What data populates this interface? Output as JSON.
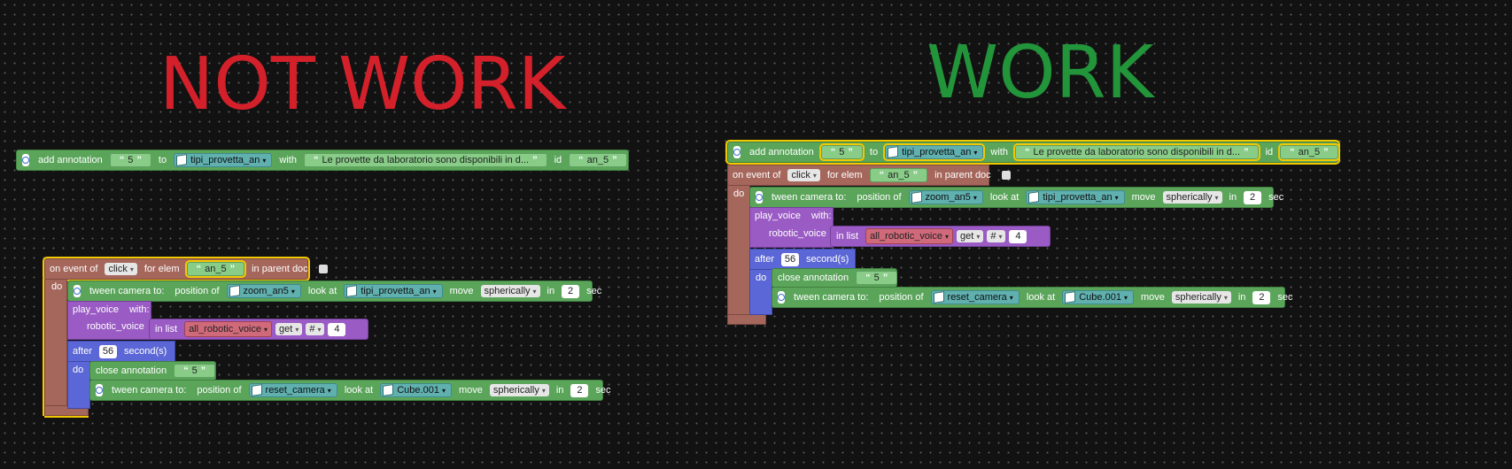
{
  "headings": {
    "left": "NOT WORK",
    "right": "WORK"
  },
  "colors": {
    "not_work": "#d3202a",
    "work": "#22943a"
  },
  "icons": [
    "gear-icon",
    "cube-icon",
    "quote-icon"
  ],
  "blocks": {
    "add_annotation": "add annotation",
    "to": "to",
    "with": "with",
    "id": "id",
    "annotation_num": "5",
    "target": "tipi_provetta_an",
    "annotation_text": "Le provette da laboratorio sono disponibili in d...",
    "annotation_id": "an_5",
    "on_event_of": "on event of",
    "event": "click",
    "for_elem": "for elem",
    "elem": "an_5",
    "in_parent_doc": "in parent doc",
    "do": "do",
    "tween_camera": "tween camera to:",
    "position_of": "position of",
    "zoom_target": "zoom_an5",
    "look_at": "look at",
    "look_target": "tipi_provetta_an",
    "move": "move",
    "mode": "spherically",
    "in": "in",
    "secs": "2",
    "sec": "sec",
    "play_voice": "play_voice",
    "with_colon": "with:",
    "robotic_voice": "robotic_voice",
    "in_list": "in list",
    "list_name": "all_robotic_voice",
    "get": "get",
    "hash": "#",
    "index": "4",
    "after": "after",
    "delay": "56",
    "seconds": "second(s)",
    "close_annotation": "close annotation",
    "close_num": "5",
    "reset_camera": "reset_camera",
    "cube": "Cube.001"
  }
}
